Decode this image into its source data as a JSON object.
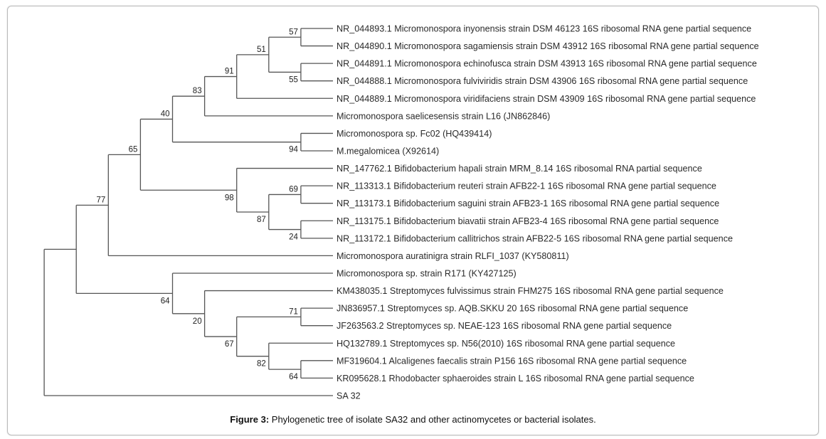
{
  "caption": {
    "label": "Figure 3:",
    "text": " Phylogenetic tree of isolate SA32 and other actinomycetes or bacterial isolates."
  },
  "line_color": "#555555",
  "tree": {
    "children": [
      {
        "children": [
          {
            "bootstrap": "77",
            "label_pos": "above",
            "children": [
              {
                "bootstrap": "65",
                "label_pos": "above",
                "children": [
                  {
                    "bootstrap": "40",
                    "label_pos": "above",
                    "children": [
                      {
                        "bootstrap": "83",
                        "label_pos": "above",
                        "children": [
                          {
                            "bootstrap": "91",
                            "label_pos": "above",
                            "children": [
                              {
                                "bootstrap": "51",
                                "label_pos": "above",
                                "children": [
                                  {
                                    "bootstrap": "57",
                                    "label_pos": "above",
                                    "children": [
                                      {
                                        "name": "NR_044893.1 Micromonospora inyonensis strain DSM 46123 16S ribosomal RNA gene partial sequence"
                                      },
                                      {
                                        "name": "NR_044890.1 Micromonospora sagamiensis strain DSM 43912 16S ribosomal RNA gene partial sequence"
                                      }
                                    ]
                                  },
                                  {
                                    "bootstrap": "55",
                                    "label_pos": "below",
                                    "children": [
                                      {
                                        "name": "NR_044891.1 Micromonospora echinofusca strain DSM 43913 16S ribosomal RNA gene partial sequence"
                                      },
                                      {
                                        "name": "NR_044888.1 Micromonospora fulviviridis strain DSM 43906 16S ribosomal RNA gene partial sequence"
                                      }
                                    ]
                                  }
                                ]
                              },
                              {
                                "name": "NR_044889.1 Micromonospora viridifaciens strain DSM 43909 16S ribosomal RNA gene partial sequence"
                              }
                            ]
                          },
                          {
                            "name": "Micromonospora saelicesensis strain L16 (JN862846)"
                          }
                        ]
                      },
                      {
                        "bootstrap": "94",
                        "label_pos": "below",
                        "children": [
                          {
                            "name": "Micromonospora sp. Fc02 (HQ439414)"
                          },
                          {
                            "name": "M.megalomicea (X92614)"
                          }
                        ]
                      }
                    ]
                  },
                  {
                    "bootstrap": "98",
                    "label_pos": "below",
                    "children": [
                      {
                        "name": "NR_147762.1 Bifidobacterium hapali strain MRM_8.14 16S ribosomal RNA partial sequence"
                      },
                      {
                        "bootstrap": "87",
                        "label_pos": "below",
                        "children": [
                          {
                            "bootstrap": "69",
                            "label_pos": "above",
                            "children": [
                              {
                                "name": "NR_113313.1 Bifidobacterium reuteri strain AFB22-1 16S ribosomal RNA gene partial sequence"
                              },
                              {
                                "name": "NR_113173.1 Bifidobacterium saguini strain AFB23-1 16S ribosomal RNA gene partial sequence"
                              }
                            ]
                          },
                          {
                            "bootstrap": "24",
                            "label_pos": "below",
                            "children": [
                              {
                                "name": "NR_113175.1 Bifidobacterium biavatii strain AFB23-4 16S ribosomal RNA gene partial sequence"
                              },
                              {
                                "name": "NR_113172.1 Bifidobacterium callitrichos strain AFB22-5 16S ribosomal RNA gene partial sequence"
                              }
                            ]
                          }
                        ]
                      }
                    ]
                  }
                ]
              },
              {
                "name": "Micromonospora auratinigra strain RLFI_1037 (KY580811)"
              }
            ]
          },
          {
            "bootstrap": "64",
            "label_pos": "below",
            "children": [
              {
                "name": "Micromonospora sp. strain R171 (KY427125)"
              },
              {
                "bootstrap": "20",
                "label_pos": "below",
                "children": [
                  {
                    "name": "KM438035.1 Streptomyces fulvissimus strain FHM275 16S ribosomal RNA gene partial sequence"
                  },
                  {
                    "bootstrap": "67",
                    "label_pos": "below",
                    "children": [
                      {
                        "bootstrap": "71",
                        "label_pos": "above",
                        "children": [
                          {
                            "name": "JN836957.1 Streptomyces sp. AQB.SKKU 20 16S ribosomal RNA gene partial sequence"
                          },
                          {
                            "name": "JF263563.2 Streptomyces sp. NEAE-123 16S ribosomal RNA gene partial sequence"
                          }
                        ]
                      },
                      {
                        "bootstrap": "82",
                        "label_pos": "below",
                        "children": [
                          {
                            "name": "HQ132789.1 Streptomyces sp. N56(2010) 16S ribosomal RNA gene partial sequence"
                          },
                          {
                            "bootstrap": "64",
                            "label_pos": "below",
                            "children": [
                              {
                                "name": "MF319604.1 Alcaligenes faecalis strain P156 16S ribosomal RNA gene partial sequence"
                              },
                              {
                                "name": "KR095628.1 Rhodobacter sphaeroides strain L 16S ribosomal RNA gene partial sequence"
                              }
                            ]
                          }
                        ]
                      }
                    ]
                  }
                ]
              }
            ]
          }
        ]
      },
      {
        "name": "SA 32"
      }
    ]
  }
}
